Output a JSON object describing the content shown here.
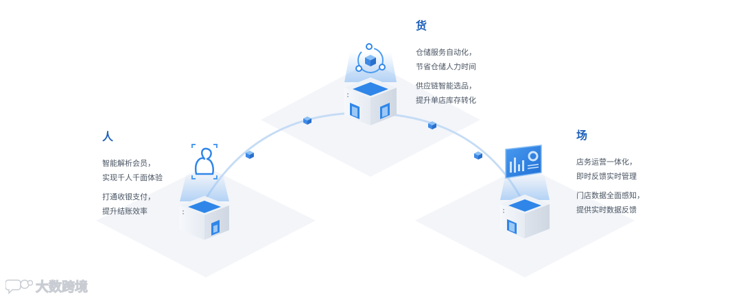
{
  "nodes": [
    {
      "id": "ren",
      "title": "人",
      "lines": [
        "智能解析会员，",
        "实现千人千面体验",
        "打通收银支付，",
        "提升结账效率"
      ],
      "icon": "person-silhouette-icon"
    },
    {
      "id": "huo",
      "title": "货",
      "lines": [
        "仓储服务自动化，",
        "节省仓储人力时间",
        "供应链智能选品，",
        "提升单店库存转化"
      ],
      "icon": "network-cube-icon"
    },
    {
      "id": "chang",
      "title": "场",
      "lines": [
        "店务运营一体化，",
        "即时反馈实时管理",
        "门店数据全面感知，",
        "提供实时数据反馈"
      ],
      "icon": "dashboard-screen-icon"
    }
  ],
  "colors": {
    "title": "#1d5fb8",
    "text": "#4a5563",
    "accent": "#2b7fe6",
    "platform": "#f2f4f8",
    "arc": "#c9def6"
  },
  "watermark": {
    "text": "大数跨境",
    "icon": "speech-bubble-logo-icon"
  }
}
